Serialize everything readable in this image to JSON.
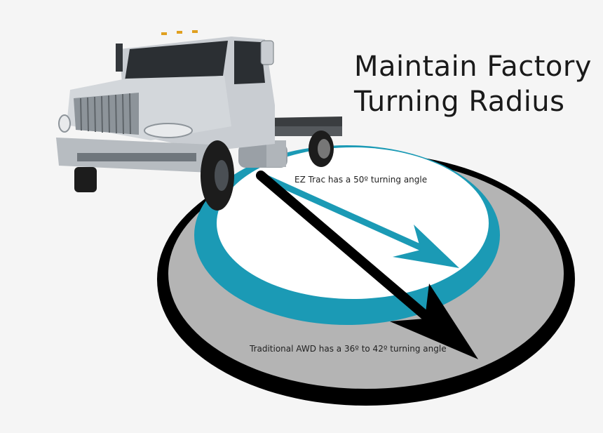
{
  "headline": {
    "line1": "Maintain Factory",
    "line2": "Turning Radius"
  },
  "annotations": {
    "ez_trac": "EZ Trac has a 50º turning angle",
    "traditional_awd": "Traditional AWD has a 36º to 42º turning angle"
  },
  "colors": {
    "background": "#f5f5f5",
    "outer_ring": "#000000",
    "gray_band": "#b4b4b4",
    "teal_ring": "#1b9ab5",
    "inner_fill": "#ffffff",
    "truck_body": "#c9cdd2"
  }
}
